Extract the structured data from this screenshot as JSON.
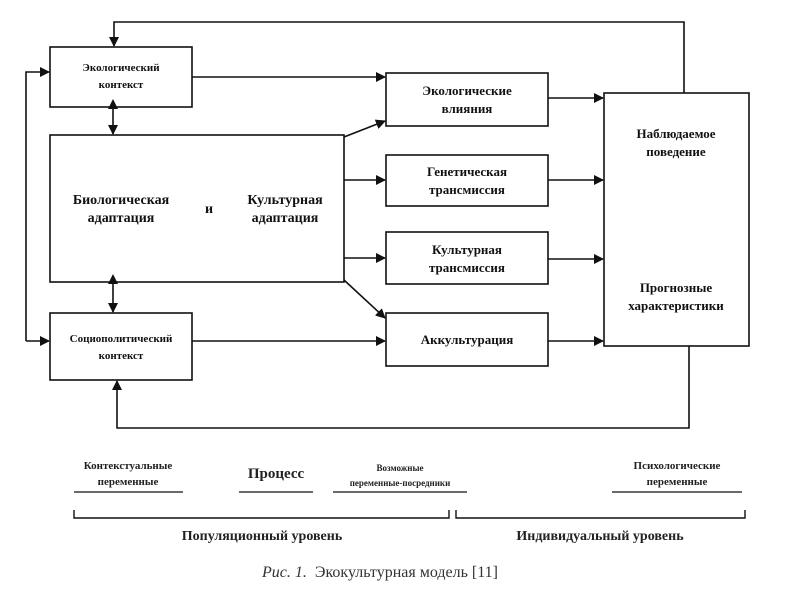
{
  "diagram": {
    "boxes": {
      "eco_context": [
        "Экологический",
        "контекст"
      ],
      "bio_adaptation": [
        "Биологическая",
        "адаптация"
      ],
      "and_word": "и",
      "cult_adaptation": [
        "Культурная",
        "адаптация"
      ],
      "sociopol_context": [
        "Социополитический",
        "контекст"
      ],
      "eco_influence": [
        "Экологические",
        "влияния"
      ],
      "genetic_transmission": [
        "Генетическая",
        "трансмиссия"
      ],
      "cultural_transmission": [
        "Культурная",
        "трансмиссия"
      ],
      "acculturation": "Аккультурация",
      "observed_behavior": [
        "Наблюдаемое",
        "поведение"
      ],
      "predicted_characteristics": [
        "Прогнозные",
        "характеристики"
      ]
    },
    "levels": {
      "contextual_vars": [
        "Контекстуальные",
        "переменные"
      ],
      "process": "Процесс",
      "mediators": [
        "Возможные",
        "переменные-посредники"
      ],
      "psych_vars": [
        "Психологические",
        "переменные"
      ],
      "population_level": "Популяционный уровень",
      "individual_level": "Индивидуальный уровень"
    }
  },
  "caption": {
    "prefix": "Рис. 1.",
    "text": "Экокультурная модель [11]"
  }
}
